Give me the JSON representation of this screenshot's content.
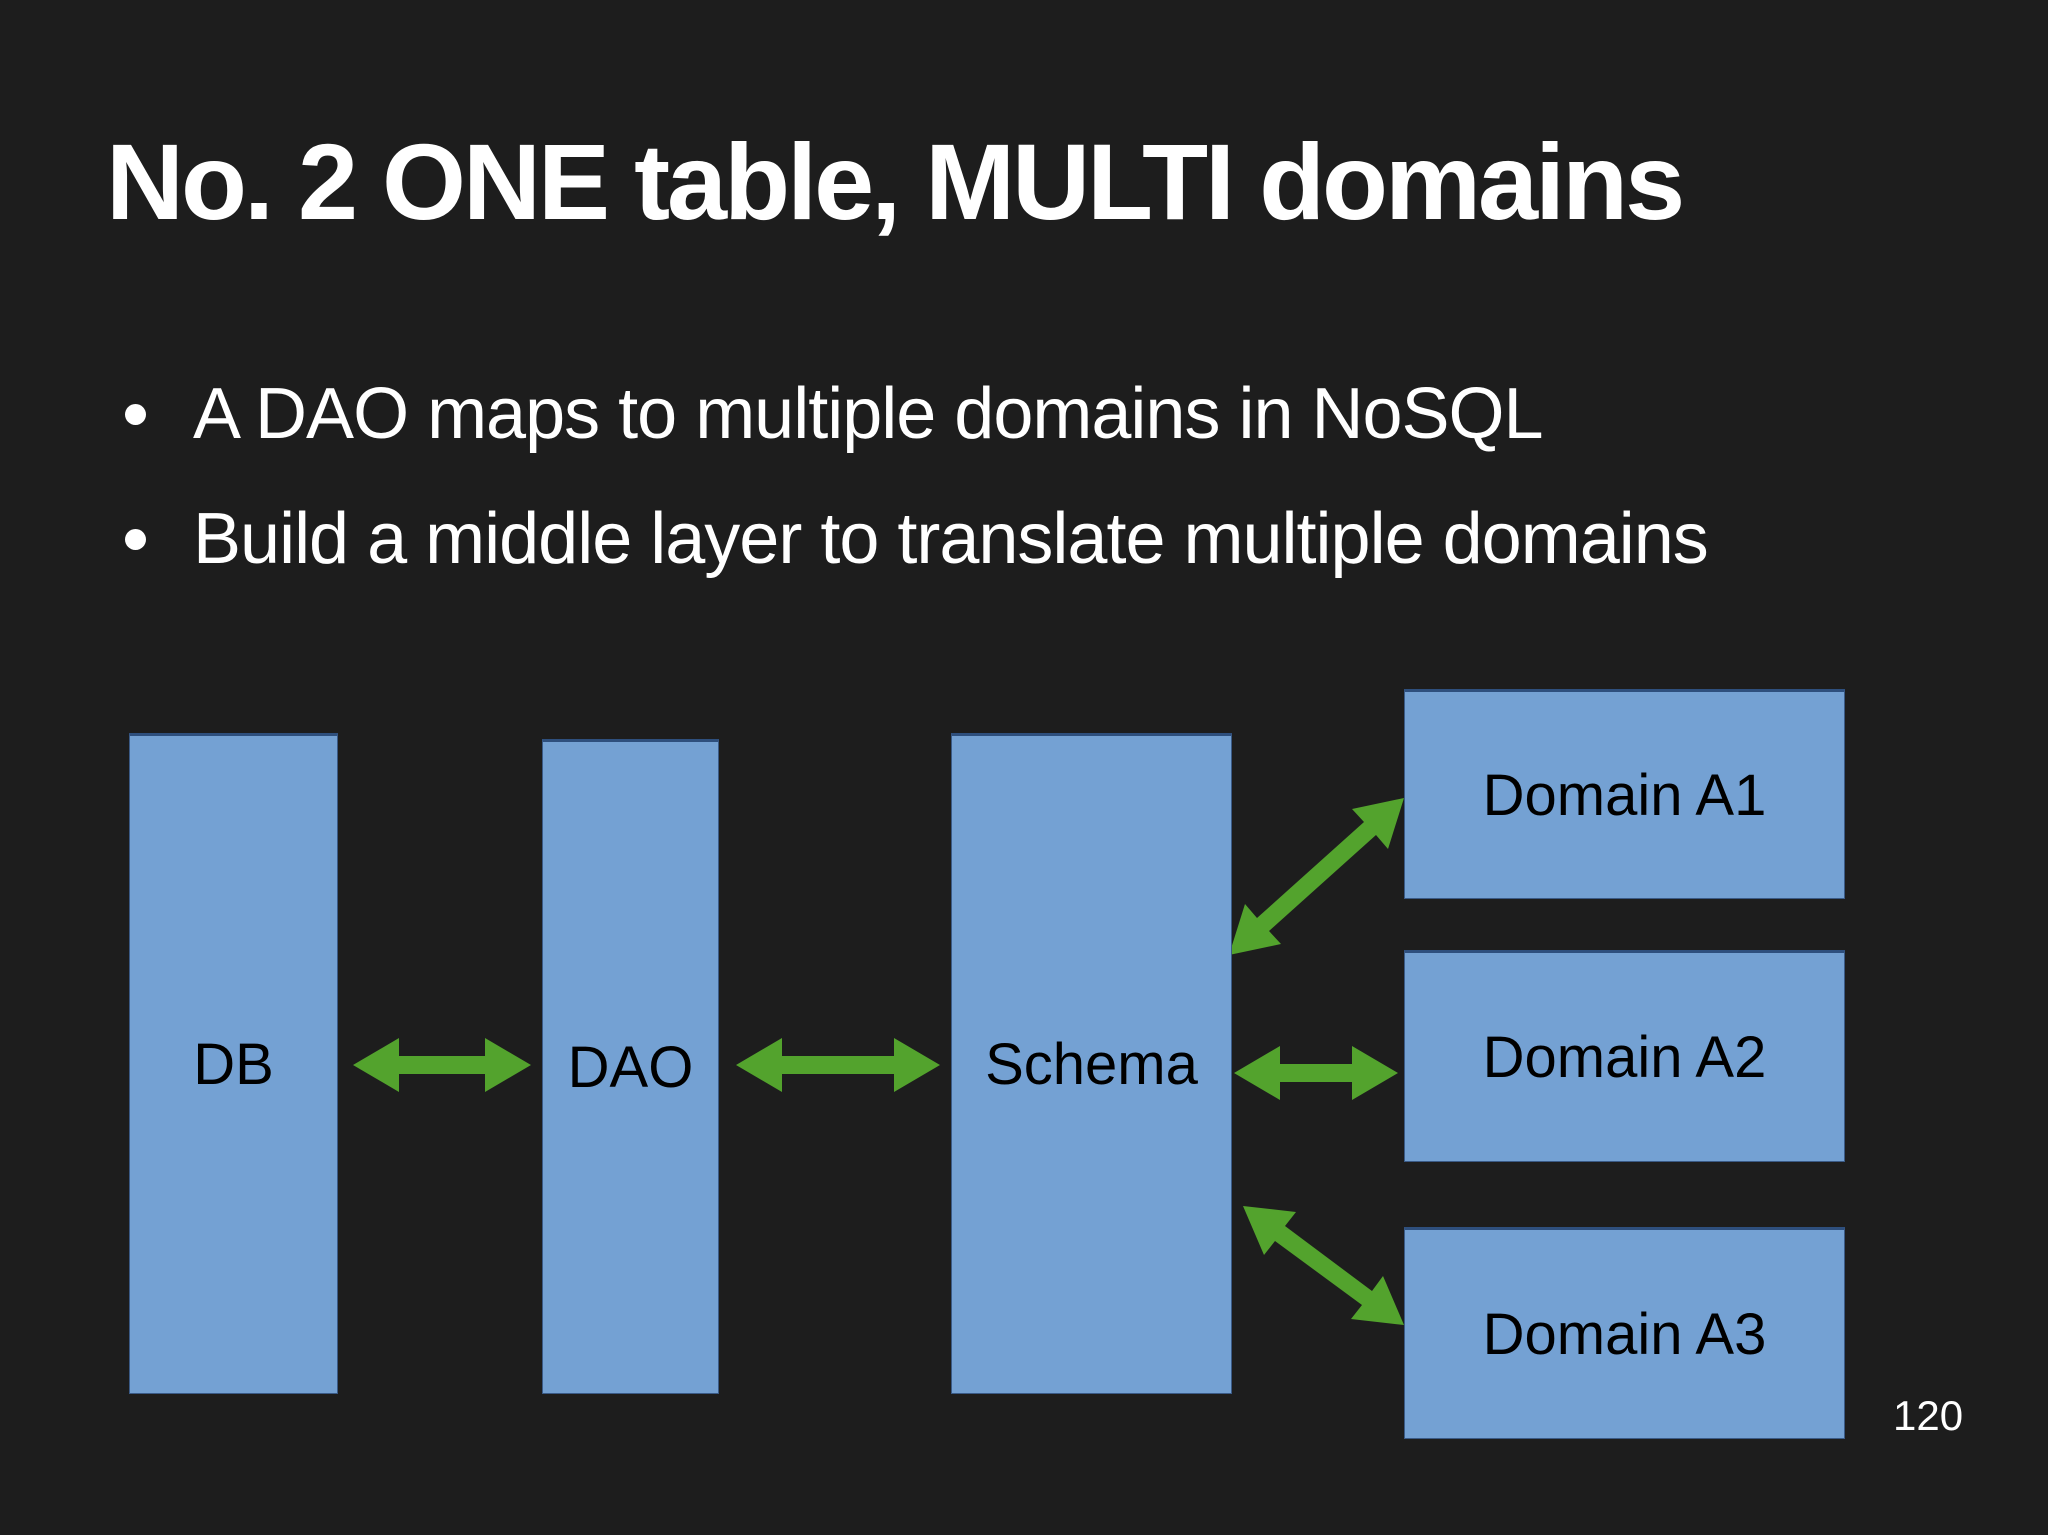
{
  "slide": {
    "title": "No. 2 ONE table, MULTI domains",
    "bullets": [
      "A DAO maps to multiple domains in NoSQL",
      "Build a middle layer to translate multiple domains"
    ],
    "page_number": "120"
  },
  "diagram": {
    "nodes": [
      {
        "id": "db",
        "label": "DB"
      },
      {
        "id": "dao",
        "label": "DAO"
      },
      {
        "id": "schema",
        "label": "Schema"
      },
      {
        "id": "domain-a1",
        "label": "Domain A1"
      },
      {
        "id": "domain-a2",
        "label": "Domain A2"
      },
      {
        "id": "domain-a3",
        "label": "Domain A3"
      }
    ],
    "edges": [
      {
        "from": "DB",
        "to": "DAO",
        "type": "bidirectional-arrow"
      },
      {
        "from": "DAO",
        "to": "Schema",
        "type": "bidirectional-arrow"
      },
      {
        "from": "Schema",
        "to": "Domain A1",
        "type": "bidirectional-arrow"
      },
      {
        "from": "Schema",
        "to": "Domain A2",
        "type": "bidirectional-arrow"
      },
      {
        "from": "Schema",
        "to": "Domain A3",
        "type": "bidirectional-arrow"
      }
    ],
    "colors": {
      "background": "#1d1d1d",
      "box_fill": "#74a1d3",
      "box_border": "#2e4f7d",
      "arrow_green": "#53a32d",
      "title_text": "#ffffff",
      "box_text": "#000000"
    }
  }
}
